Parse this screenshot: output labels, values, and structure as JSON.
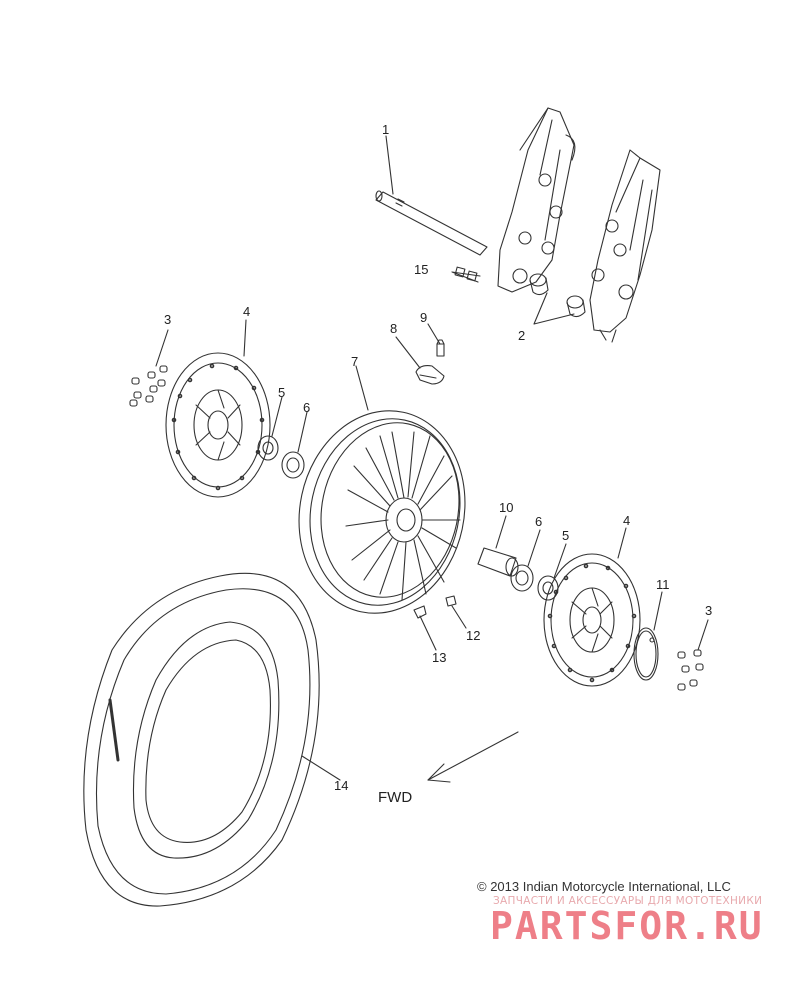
{
  "diagram": {
    "callouts": [
      "1",
      "2",
      "3",
      "4",
      "5",
      "6",
      "7",
      "8",
      "9",
      "10",
      "6",
      "5",
      "4",
      "11",
      "3",
      "12",
      "13",
      "14",
      "15"
    ],
    "direction_label": "FWD",
    "copyright": "© 2013 Indian Motorcycle International, LLC",
    "watermark_subtitle": "ЗАПЧАСТИ И АКСЕССУАРЫ ДЛЯ МОТОТЕХНИКИ",
    "watermark_logo": "PARTSFOR.RU",
    "colors": {
      "line": "#333333",
      "watermark": "#ee7f88"
    }
  }
}
